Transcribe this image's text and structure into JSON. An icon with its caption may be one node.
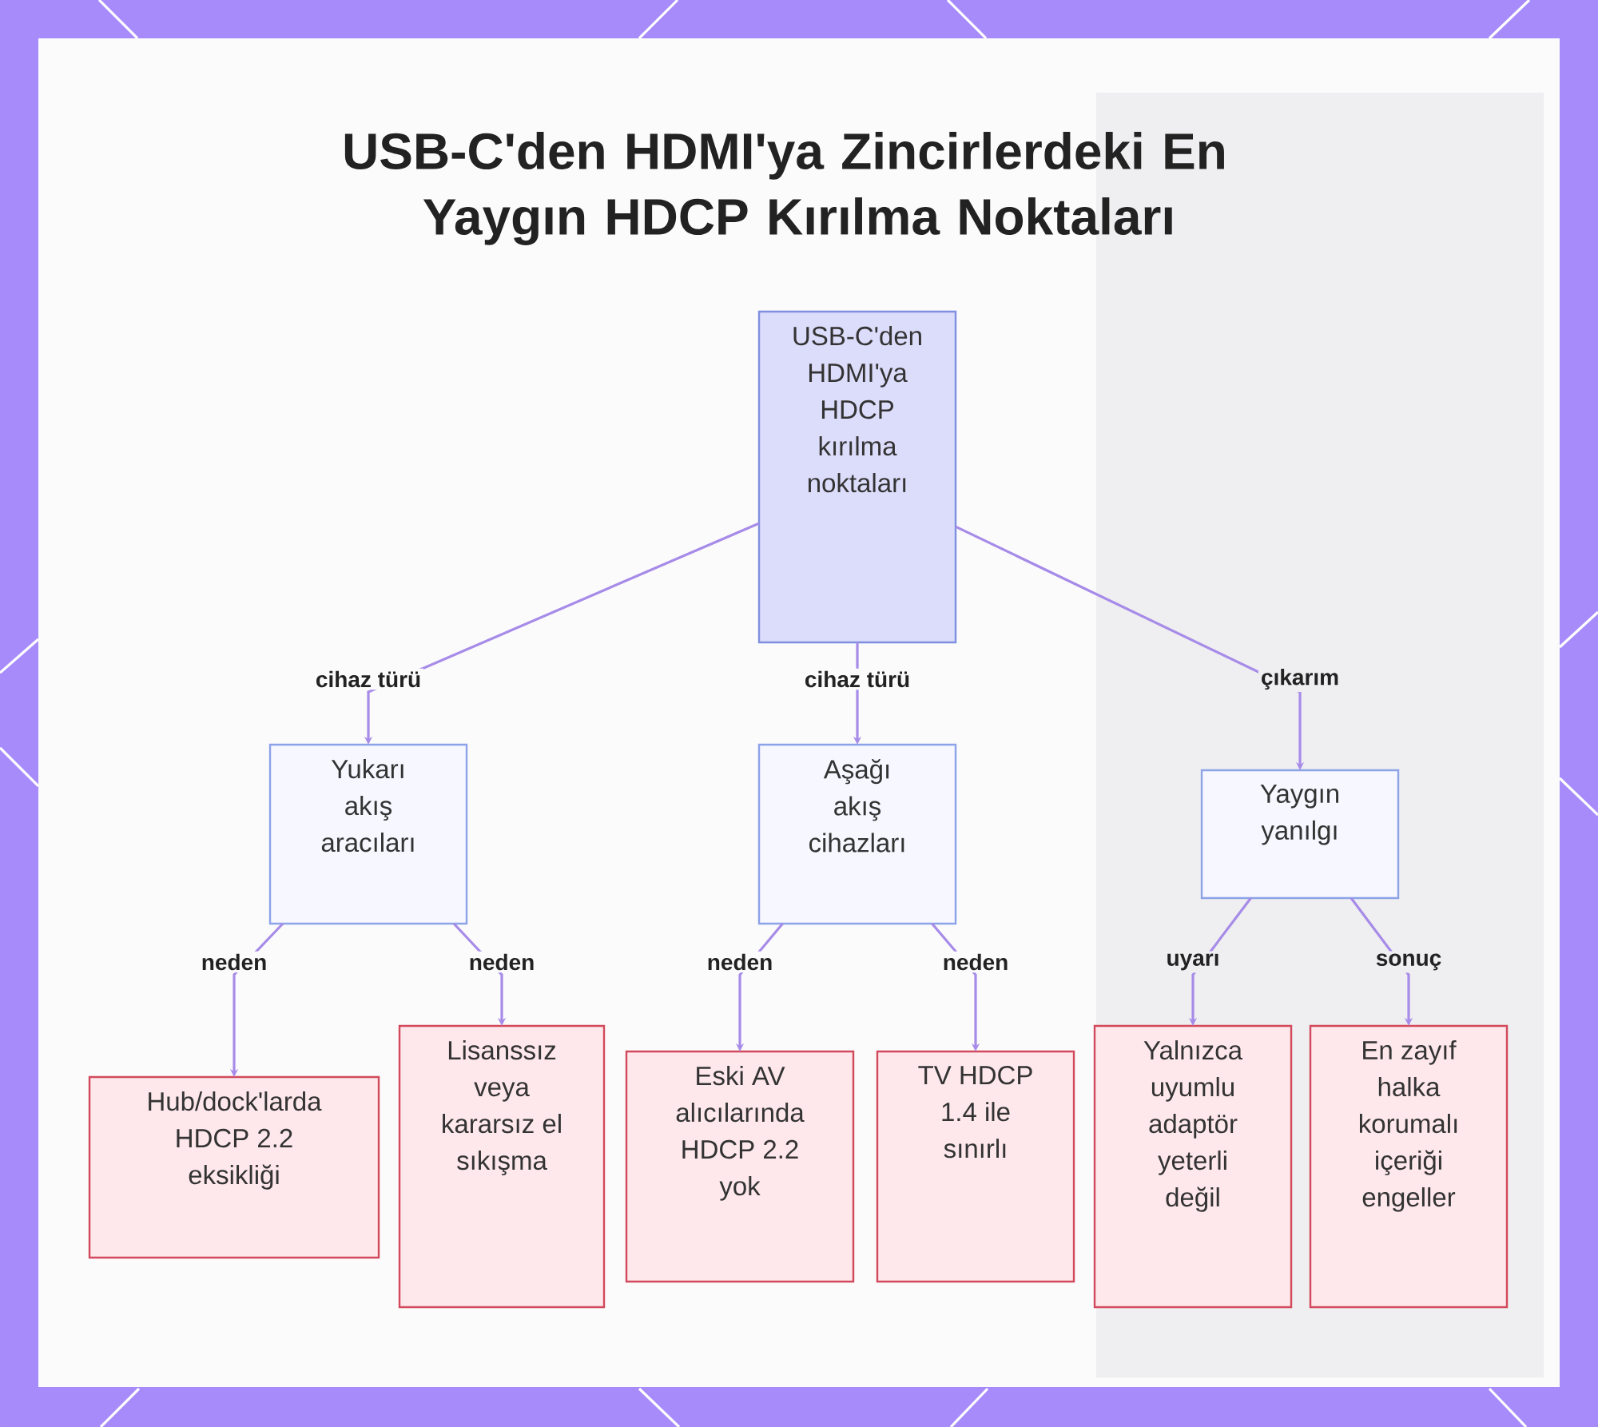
{
  "diagram": {
    "title": "USB-C'den HDMI'ya Zincirlerdeki En Yaygın HDCP Kırılma Noktaları",
    "nodes": [
      {
        "text": [
          "USB-C'den HDMI'ya HDCP kırılma noktaları"
        ]
      },
      {
        "text": [
          "Yukarı akış aracıları"
        ]
      },
      {
        "text": [
          "Aşağı akış cihazları"
        ]
      },
      {
        "text": [
          "Yaygın yanılgı"
        ]
      },
      {
        "text": [
          "Hub/dock'larda HDCP 2.2 eksikliği"
        ]
      },
      {
        "text": [
          "Lisanssız veya kararsız el sıkışma"
        ]
      },
      {
        "text": [
          "Eski AV alıcılarında HDCP 2.2 yok"
        ]
      },
      {
        "text": [
          "TV HDCP 1.4 ile sınırlı"
        ]
      },
      {
        "text": [
          "Yalnızca uyumlu adaptör yeterli değil"
        ]
      },
      {
        "text": [
          "En zayıf halka korumalı içeriği engeller"
        ]
      }
    ],
    "edges": [
      {
        "from": 0,
        "to": 1,
        "arrow": "to",
        "label": "cihaz türü"
      },
      {
        "from": 0,
        "to": 2,
        "arrow": "to",
        "label": "cihaz türü"
      },
      {
        "from": 0,
        "to": 3,
        "arrow": "to",
        "label": "çıkarım"
      },
      {
        "from": 1,
        "to": 4,
        "arrow": "to",
        "label": "neden"
      },
      {
        "from": 1,
        "to": 5,
        "arrow": "to",
        "label": "neden"
      },
      {
        "from": 2,
        "to": 6,
        "arrow": "to",
        "label": "neden"
      },
      {
        "from": 2,
        "to": 7,
        "arrow": "to",
        "label": "neden"
      },
      {
        "from": 3,
        "to": 8,
        "arrow": "to",
        "label": "uyarı"
      },
      {
        "from": 3,
        "to": 9,
        "arrow": "to",
        "label": "sonuç"
      }
    ]
  }
}
